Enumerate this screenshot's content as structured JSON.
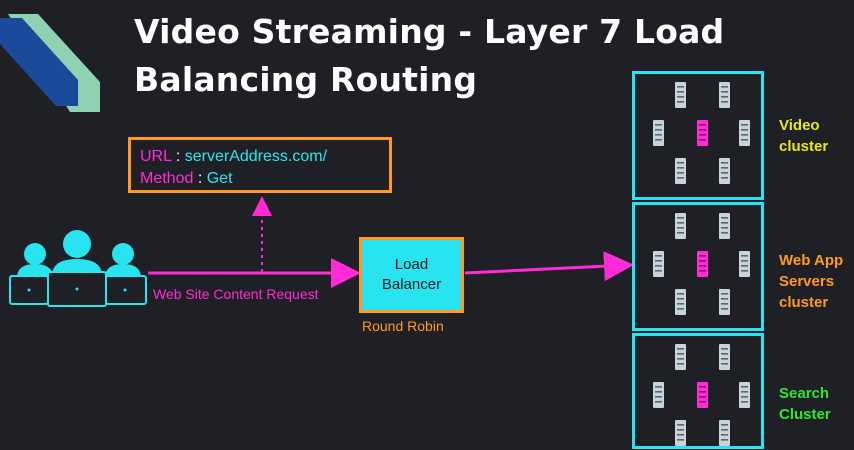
{
  "title": "Video Streaming - Layer 7 Load Balancing Routing",
  "request": {
    "url_key": "URL",
    "url_value": "serverAddress.com/",
    "method_key": "Method",
    "method_value": "Get",
    "separator": " : "
  },
  "load_balancer": {
    "label": "Load\nBalancer",
    "algorithm": "Round Robin"
  },
  "arrow_label": "Web Site Content Request",
  "clusters": [
    {
      "label": "Video\ncluster",
      "color": "#e8e81a"
    },
    {
      "label": "Web App\nServers\ncluster",
      "color": "#ff9a1f"
    },
    {
      "label": "Search\nCluster",
      "color": "#2ee62e"
    }
  ],
  "colors": {
    "accent_cyan": "#27e4f0",
    "accent_orange": "#ff9a1f",
    "accent_magenta": "#ff2bd6"
  }
}
